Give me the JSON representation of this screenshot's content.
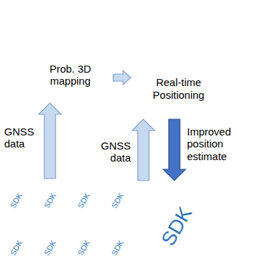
{
  "diagram": {
    "nodes": [
      {
        "text": [
          "Prob. 3D mapping"
        ]
      },
      {
        "text": [
          "Real-time Positioning"
        ]
      },
      {
        "text": [
          "SDK"
        ]
      },
      {
        "text": [
          "SDK"
        ]
      },
      {
        "text": [
          "SDK"
        ]
      },
      {
        "text": [
          "SDK"
        ]
      },
      {
        "text": [
          "SDK"
        ]
      },
      {
        "text": [
          "SDK"
        ]
      },
      {
        "text": [
          "SDK"
        ]
      },
      {
        "text": [
          "SDK"
        ]
      },
      {
        "text": [
          "SDK"
        ]
      }
    ],
    "edges": [
      {
        "from": 0,
        "to": 1,
        "arrow": "to"
      },
      {
        "from": 3,
        "to": 0,
        "label": "GNSS data",
        "arrow": "to"
      },
      {
        "from": 10,
        "to": 1,
        "label": "GNSS data",
        "arrow": "to"
      },
      {
        "from": 1,
        "to": 10,
        "label": "Improved position estimate",
        "arrow": "to"
      }
    ]
  }
}
